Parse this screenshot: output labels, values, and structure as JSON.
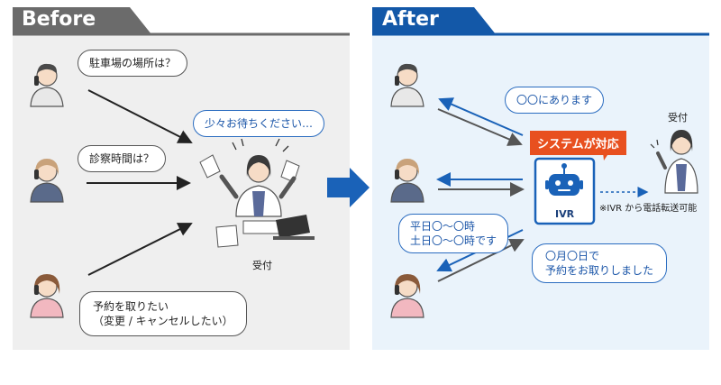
{
  "before": {
    "tab_label": "Before",
    "bubbles": {
      "parking": "駐車場の場所は？",
      "hours": "診察時間は？",
      "reserve_line1": "予約を取りたい",
      "reserve_line2": "（変更 / キャンセルしたい）",
      "wait": "少々お待ちください…"
    },
    "reception_label": "受付"
  },
  "after": {
    "tab_label": "After",
    "bubbles": {
      "answer": "〇〇にあります",
      "hours_line1": "平日〇～〇時",
      "hours_line2": "土日〇～〇時です",
      "reserve_line1": "〇月〇日で",
      "reserve_line2": "予約をお取りしました"
    },
    "badge": "システムが対応",
    "ivr_label": "IVR",
    "reception_label": "受付",
    "transfer_note": "※IVR から電話転送可能"
  },
  "colors": {
    "before_bg": "#efefef",
    "after_bg": "#eaf3fb",
    "before_tab": "#6b6b6b",
    "after_tab": "#1358a8",
    "accent_blue": "#1a62b8",
    "badge_orange": "#e8501f"
  }
}
